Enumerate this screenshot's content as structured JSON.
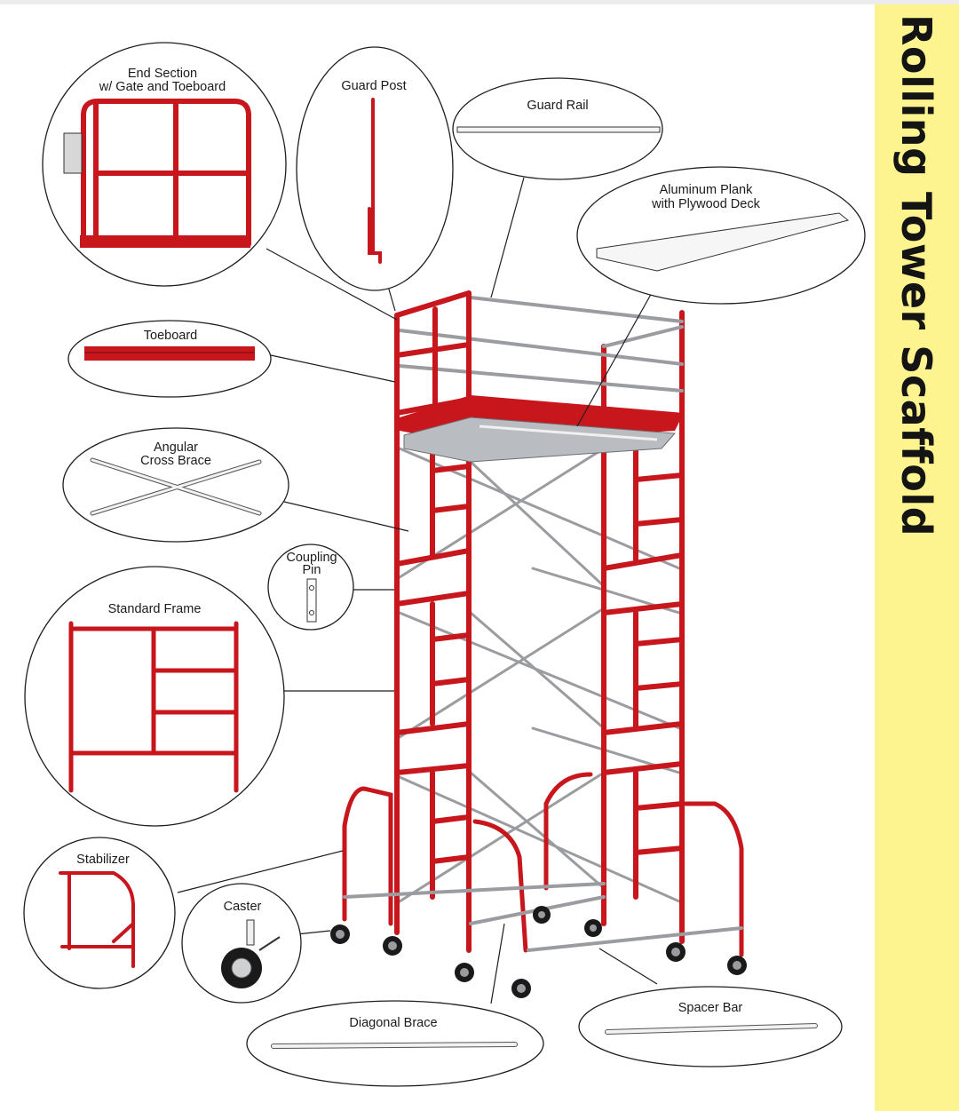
{
  "title": "Rolling Tower Scaffold",
  "colors": {
    "frame_red": "#c8161d",
    "brace_gray": "#9a9ca0",
    "sidebar_yellow": "#fdf48f"
  },
  "parts": {
    "end_section": "End Section\nw/ Gate and Toeboard",
    "guard_post": "Guard Post",
    "guard_rail": "Guard Rail",
    "aluminum_plank": "Aluminum Plank\nwith Plywood Deck",
    "toeboard": "Toeboard",
    "angular_cross_brace": "Angular\nCross Brace",
    "coupling_pin": "Coupling\nPin",
    "standard_frame": "Standard Frame",
    "stabilizer": "Stabilizer",
    "caster": "Caster",
    "diagonal_brace": "Diagonal Brace",
    "spacer_bar": "Spacer Bar"
  }
}
